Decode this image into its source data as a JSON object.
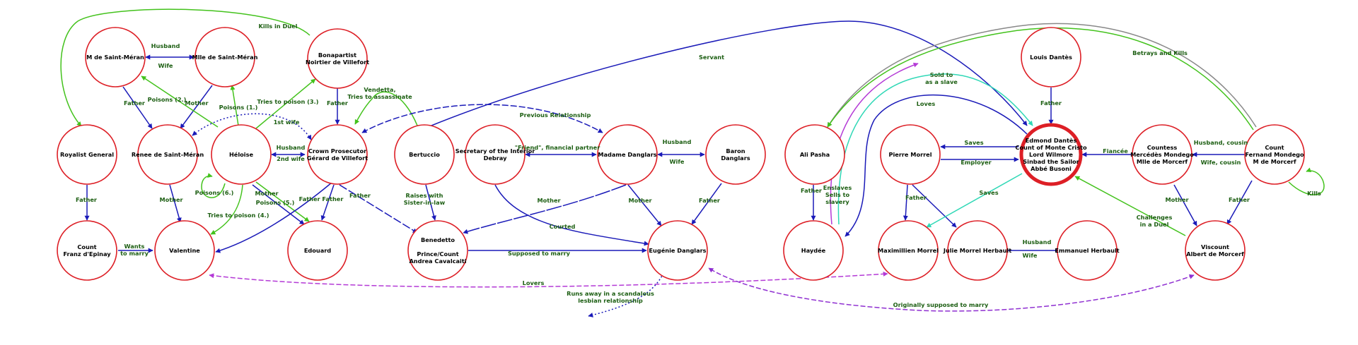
{
  "colors": {
    "blue": "#1a1ab8",
    "green": "#43c21c",
    "purple": "#b43ad6",
    "teal": "#2fd8b6",
    "violet": "#8f2fd1",
    "darkgreen": "#1c5e12",
    "gray": "#888888",
    "node_border": "#dd1f26"
  },
  "nodes": {
    "m_saint_meran": [
      "M de Saint-Méran"
    ],
    "mlle_saint_meran": [
      "Mlle de Saint-Méran"
    ],
    "noirtier": [
      "Bonapartist",
      "Noirtier de Villefort"
    ],
    "royalist": [
      "Royalist General"
    ],
    "renee": [
      "Renee de Saint-Méran"
    ],
    "heloise": [
      "Héloise"
    ],
    "gerard": [
      "Crown Prosecutor",
      "Gérard de Villefort"
    ],
    "bertuccio": [
      "Bertuccio"
    ],
    "debray": [
      "Secretary of the Interior",
      "Debray"
    ],
    "madame_danglars": [
      "Madame Danglars"
    ],
    "baron_danglars": [
      "Baron",
      "Danglars"
    ],
    "ali_pasha": [
      "Ali Pasha"
    ],
    "pierre_morrel": [
      "Pierre Morrel"
    ],
    "edmond": [
      "Edmond Dantès",
      "Count of Monte Cristo",
      "Lord Wilmore",
      "Sinbad the Sailor",
      "Abbé Busoni"
    ],
    "louis": [
      "Louis Dantès"
    ],
    "mercedes": [
      "Countess",
      "Mercédès Mondego",
      "Mlle de Morcerf"
    ],
    "fernand": [
      "Count",
      "Fernand Mondego",
      "M de Morcerf"
    ],
    "franz": [
      "Count",
      "Franz d'Epinay"
    ],
    "valentine": [
      "Valentine"
    ],
    "edouard": [
      "Edouard"
    ],
    "benedetto": [
      "Benedetto",
      "",
      "Prince/Count",
      "Andrea Cavalcaiti"
    ],
    "eugenie": [
      "Eugénie Danglars"
    ],
    "haydee": [
      "Haydée"
    ],
    "maximillien": [
      "Maximillien Morrel"
    ],
    "julie": [
      "Julie Morrel Herbault"
    ],
    "emmanuel": [
      "Emmanuel Herbault"
    ],
    "albert": [
      "Viscount",
      "Albert de Morcerf"
    ]
  },
  "edge_labels": {
    "kills_in_duel": "Kills in Duel",
    "husband_1": "Husband",
    "wife_1": "Wife",
    "father_1": "Father",
    "poisons_2": "Poisons (2.)",
    "mother_1": "Mother",
    "poisons_1": "Poisons (1.)",
    "tries_poison_3": "Tries to poison (3.)",
    "father_2": "Father",
    "vendetta": [
      "Vendetta,",
      "Tries to assassinate"
    ],
    "first_wife": "1st wife",
    "husband_2": "Husband",
    "second_wife": "2nd wife",
    "father_3": "Father",
    "mother_2": "Mother",
    "poisons_6": "Poisons (6.)",
    "tries_poison_4": "Tries to poison (4.)",
    "mother_3": "Mother",
    "poisons_5": "Poisons (5.)",
    "father_father": "Father Father",
    "father_4": "Father",
    "wants_to_marry": [
      "Wants",
      "to marry"
    ],
    "servant": "Servant",
    "previous_relationship": "Previous Relationship",
    "raises_with": [
      "Raises with",
      "Sister-in-law"
    ],
    "friend_partner": "\"Friend\", financial partner",
    "husband_3": "Husband",
    "wife_3": "Wife",
    "mother_4": "Mother",
    "mother_5": "Mother",
    "courted": "Courted",
    "father_5": "Father",
    "supposed_to_marry": "Supposed to marry",
    "lovers": "Lovers",
    "runs_away": [
      "Runs away in a scandalous",
      "lesbian relationship"
    ],
    "sold_to_slave": [
      "Sold to",
      "as a slave"
    ],
    "loves": "Loves",
    "betrays_kills": "Betrays and Kills",
    "father_6": "Father",
    "saves_1": "Saves",
    "employer": "Employer",
    "fiancee": "Fiancée",
    "husband_cousin": "Husband, cousin",
    "wife_cousin": "Wife, cousin",
    "father_7": "Father",
    "enslaves": [
      "Enslaves",
      "Sells to",
      "slavery"
    ],
    "father_8": "Father",
    "saves_2": "Saves",
    "husband_4": "Husband",
    "wife_4": "Wife",
    "mother_6": "Mother",
    "father_9": "Father",
    "kills": "Kills",
    "challenges": [
      "Challenges",
      "in a Duel"
    ],
    "originally_supposed": "Originally supposed to marry"
  }
}
